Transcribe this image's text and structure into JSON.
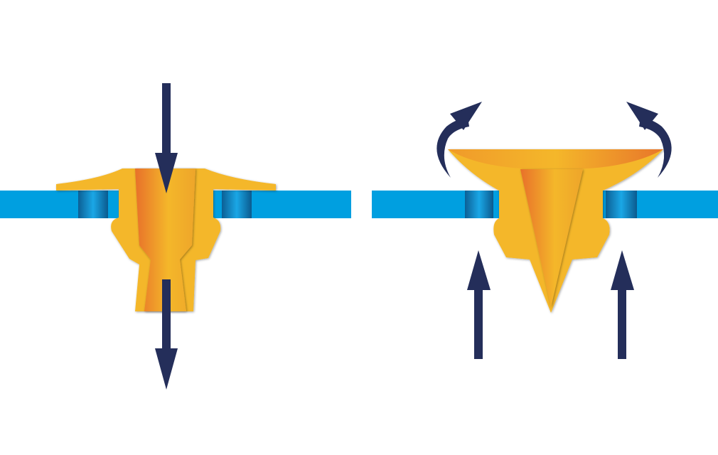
{
  "diagram": {
    "panels": [
      {
        "name": "pull-through-installation",
        "arrows": [
          "down",
          "down"
        ]
      },
      {
        "name": "push-flare-installation",
        "arrows": [
          "up",
          "up",
          "curve-up-left",
          "curve-up-right"
        ]
      }
    ],
    "colors": {
      "panel": "#009fe0",
      "panel_hole": "#0a6ea8",
      "rivet": "#f4b72a",
      "mandrel_dark": "#e8762a",
      "arrow": "#242e5a"
    }
  }
}
